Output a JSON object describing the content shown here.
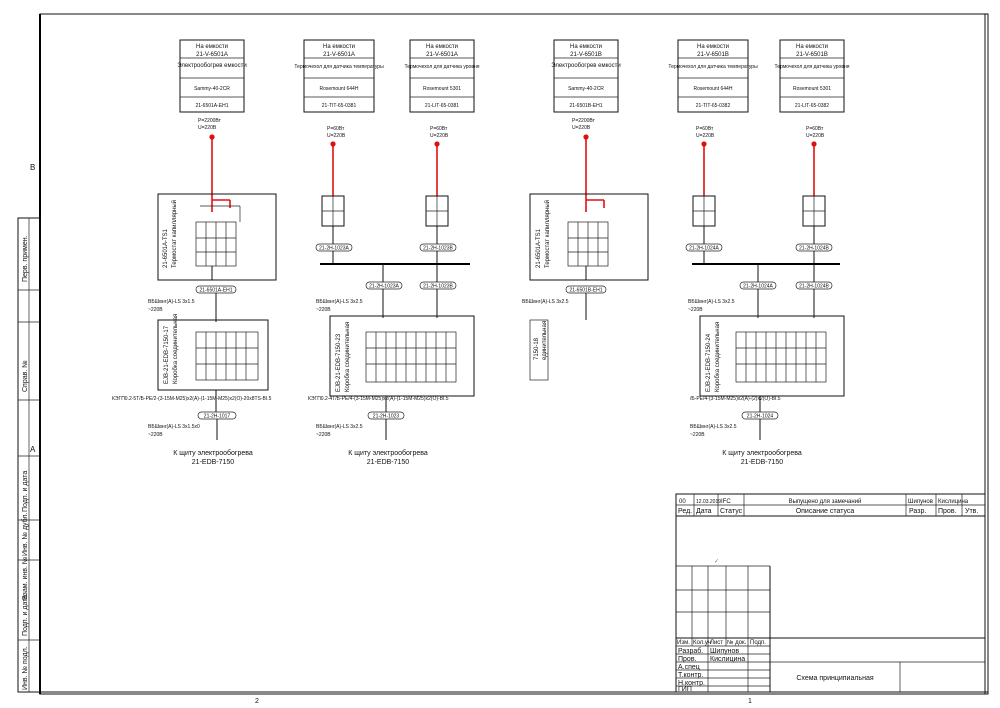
{
  "sheet": {
    "zones": [
      "2",
      "1"
    ],
    "row_labels": [
      "B",
      "A"
    ],
    "side_labels": [
      "Перв. примен.",
      "Справ. №",
      "Подп. и дата",
      "Инв. № дубл.",
      "Взам. инв. №",
      "Подп. и дата",
      "Инв. № подл."
    ]
  },
  "columns": [
    {
      "id": "c1",
      "kind": "heater",
      "header": [
        "На емкости",
        "21-V-6501A",
        "Электрообогрев емкости",
        "Sammy-40-2CR",
        "21-6501A-EH1"
      ],
      "power": "P=2200Вт",
      "voltage": "U=220В",
      "mid_tag": "21-6501A-EH1",
      "thermostat_box": "21-6501A-TS1",
      "thermostat_name": "Термостат капиллярный",
      "cable1": "ВБШвнг(А)-LS 3x1.5",
      "cable1b": "~220В",
      "jbox_tag": "EJB-21-EDB-7150-17",
      "jbox_name": "Коробка соединительная",
      "cable2": "КЭГП0.2-5Т/Б-РЕ/2-(3-15М-М25)х2(А)-(1-15М-М25)х2(О)-20х8ТS-BI.5",
      "out_tag": "21-2H-1017",
      "cable3": "ВБШвнг(А)-LS 3x1.5x0",
      "cable3b": "~220В",
      "dest1": "К щиту электрообогрева",
      "dest2": "21-EDB-7150"
    },
    {
      "id": "c2",
      "kind": "pair",
      "header_a": [
        "На емкости",
        "21-V-6501A",
        "Термочехол для датчика температуры",
        "Rosemount 644H",
        "21-TIT-65-0381"
      ],
      "header_b": [
        "На емкости",
        "21-V-6501A",
        "Термочехол для датчика уровня",
        "Rosemount 5301",
        "21-LIT-65-0381"
      ],
      "power_a": "P=60Вт",
      "voltage_a": "U=220В",
      "power_b": "P=60Вт",
      "voltage_b": "U=220В",
      "tag_a": "21-2H-1023A",
      "tag_b": "21-2H-1023B",
      "bus_a": "21-2H-1023A",
      "bus_b": "21-2H-1023B",
      "cable1": "ВБШвнг(А)-LS 3x2.5",
      "cable1b": "~220В",
      "jbox_tag": "EJB-21-EDB-7150-23",
      "jbox_name": "Коробка соединительная",
      "cable2": "КЭГП0.2-4Т/Б-РЕ/4-(3-15М-М25)х2(А)-(1-15М-М25)х2(О)-BI.5",
      "out_tag": "21-2H-1023",
      "cable3": "ВБШвнг(А)-LS 3x2.5",
      "cable3b": "~220В",
      "dest1": "К щиту электрообогрева",
      "dest2": "21-EDB-7150"
    },
    {
      "id": "c3",
      "kind": "heater",
      "header": [
        "На емкости",
        "21-V-6501B",
        "Электрообогрев емкости",
        "Sammy-40-2CR",
        "21-6501B-EH1"
      ],
      "power": "P=2200Вт",
      "voltage": "U=220В",
      "mid_tag": "21-6501B-EH1",
      "thermostat_box": "21-6501A-TS1",
      "thermostat_name": "Термостат капиллярный",
      "cable1": "ВБШвнг(А)-LS 3x2.5",
      "cable1b": "",
      "jbox_tag": "7150-18",
      "jbox_name": "единительная",
      "cable2": "",
      "out_tag": "",
      "cable3": "",
      "cable3b": "",
      "dest1": "",
      "dest2": ""
    },
    {
      "id": "c4",
      "kind": "pair",
      "header_a": [
        "На емкости",
        "21-V-6501B",
        "Термочехол для датчика температуры",
        "Rosemount 644H",
        "21-TIT-65-0382"
      ],
      "header_b": [
        "На емкости",
        "21-V-6501B",
        "Термочехол для датчика уровня",
        "Rosemount 5301",
        "21-LIT-65-0382"
      ],
      "power_a": "P=60Вт",
      "voltage_a": "U=220В",
      "power_b": "P=60Вт",
      "voltage_b": "U=220В",
      "tag_a": "21-2H-1024A",
      "tag_b": "21-2H-1024B",
      "bus_a": "21-2H-1024A",
      "bus_b": "21-2H-1024B",
      "cable1": "ВБШвнг(А)-LS 3x2.5",
      "cable1b": "~220В",
      "jbox_tag": "EJB-21-EDB-7150-24",
      "jbox_name": "Коробка соединительная",
      "cable2": "/Б-РЕ/4-(3-15М-М25)х2(А)-(2)х2(О)-BI.5",
      "out_tag": "21-2H-1024",
      "cable3": "ВБШвнг(А)-LS 3x2.5",
      "cable3b": "~220В",
      "dest1": "К щиту электрообогрева",
      "dest2": "21-EDB-7150"
    }
  ],
  "title_block": {
    "rev": "00",
    "date": "12.03.2019",
    "status": "IFC",
    "issued": "Выпущено для замечаний",
    "dev": "Шипунов",
    "chk": "Кислицина",
    "h_rev": "Ред.",
    "h_date": "Дата",
    "h_status": "Статус",
    "h_desc": "Описание статуса",
    "h_dev": "Разр.",
    "h_chk": "Пров.",
    "h_appr": "Утв.",
    "mark": "✓",
    "cols": [
      "Изм.",
      "Кол.уч",
      "Лист",
      "№ док.",
      "Подп."
    ],
    "roles": [
      "Разраб.",
      "Пров.",
      "Т.контр.",
      "Н.контр.",
      "ГИП"
    ],
    "names": [
      "Шипунов",
      "Кислицина",
      "",
      "",
      ""
    ],
    "roles_extra": "А.спец",
    "sheet_title": "Схема принципиальная"
  },
  "colors": {
    "feed": "#e01010",
    "line": "#111111"
  }
}
